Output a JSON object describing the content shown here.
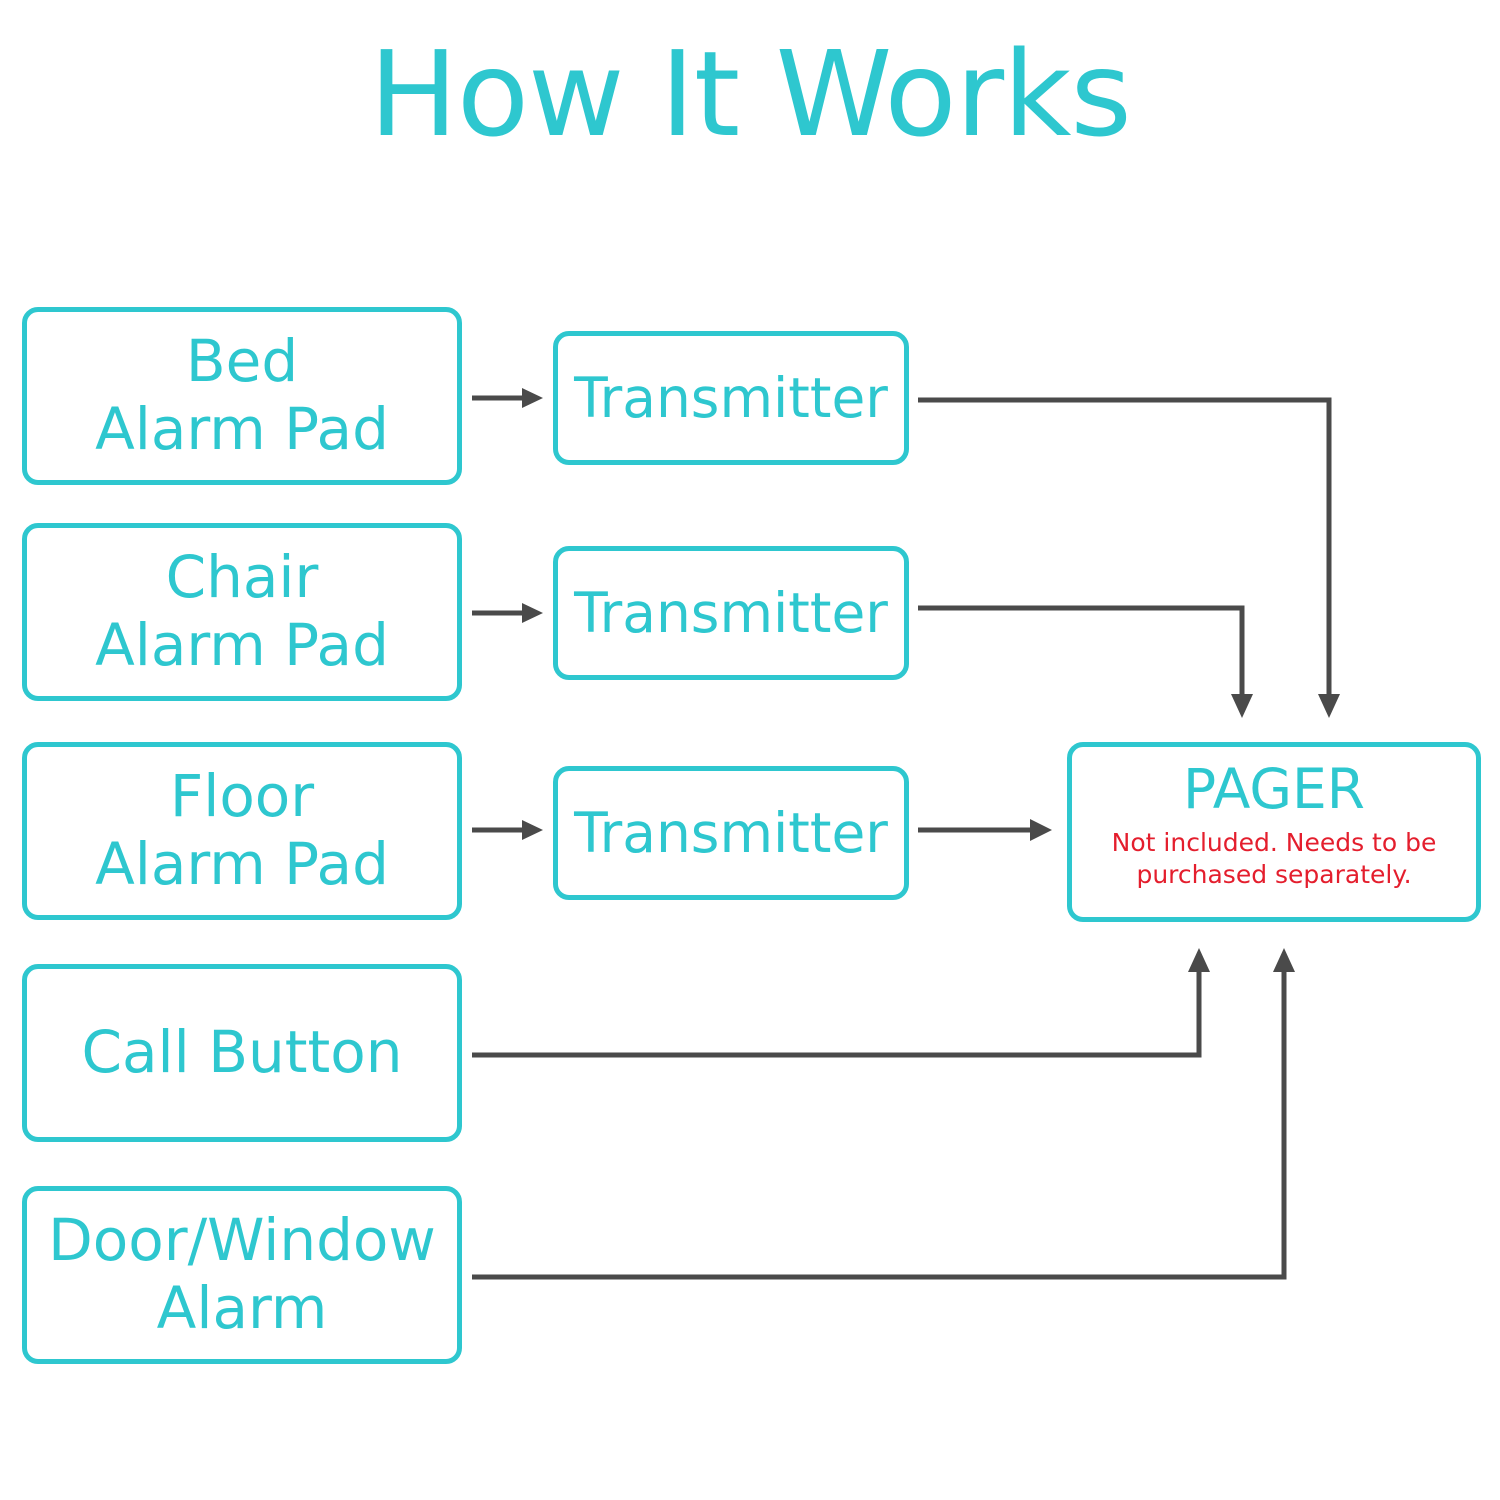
{
  "title": "How It Works",
  "colors": {
    "accent": "#2ec7cf",
    "connector": "#4a4a4a",
    "warning": "#e41e2d"
  },
  "sources": [
    {
      "line1": "Bed",
      "line2": "Alarm Pad"
    },
    {
      "line1": "Chair",
      "line2": "Alarm Pad"
    },
    {
      "line1": "Floor",
      "line2": "Alarm Pad"
    },
    {
      "line1": "Call Button",
      "line2": ""
    },
    {
      "line1": "Door/Window",
      "line2": "Alarm"
    }
  ],
  "transmitters": [
    "Transmitter",
    "Transmitter",
    "Transmitter"
  ],
  "pager": {
    "title": "PAGER",
    "note": "Not included. Needs to be purchased separately."
  }
}
